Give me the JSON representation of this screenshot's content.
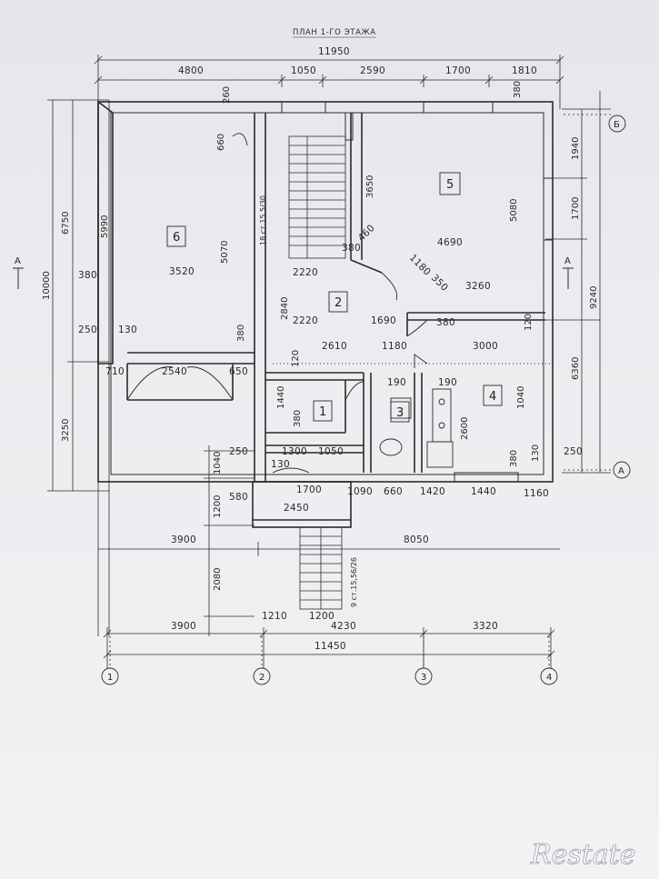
{
  "plan": {
    "title": "ПЛАН 1-ГО ЭТАЖА",
    "overall_top": "11950",
    "overall_bottom": "11450",
    "stair_label_upper": "18 ст.15,5/30",
    "stair_label_lower": "9 ст.15,56/26",
    "section_mark": "А"
  },
  "rooms": [
    "6",
    "5",
    "2",
    "1",
    "3",
    "4"
  ],
  "axes": [
    "1",
    "2",
    "3",
    "4",
    "А",
    "Б"
  ],
  "dims": {
    "top_row": [
      "4800",
      "1050",
      "2590",
      "1700",
      "1810"
    ],
    "left_outer": [
      "10000",
      "6750",
      "3250"
    ],
    "left_inner": [
      "5990",
      "380",
      "250",
      "1040",
      "1200",
      "2080"
    ],
    "right_outer": [
      "9240",
      "6360"
    ],
    "right_inner": [
      "1940",
      "1700",
      "380"
    ],
    "row_3900_8050": [
      "3900",
      "8050"
    ],
    "bottom_row": [
      "3900",
      "1210",
      "1200",
      "4230",
      "3320"
    ],
    "interior": [
      "260",
      "660",
      "3650",
      "5080",
      "4690",
      "380",
      "460",
      "1180",
      "350",
      "3260",
      "3520",
      "5070",
      "2220",
      "2840",
      "2220",
      "1690",
      "380",
      "3000",
      "120",
      "2610",
      "1180",
      "380",
      "130",
      "710",
      "2540",
      "650",
      "1440",
      "120",
      "380",
      "190",
      "190",
      "1040",
      "2600",
      "250",
      "1300",
      "1050",
      "380",
      "130",
      "250",
      "130",
      "1700",
      "1090",
      "660",
      "1420",
      "1440",
      "1160",
      "580",
      "2450"
    ]
  },
  "watermark": {
    "text": "Restate"
  }
}
